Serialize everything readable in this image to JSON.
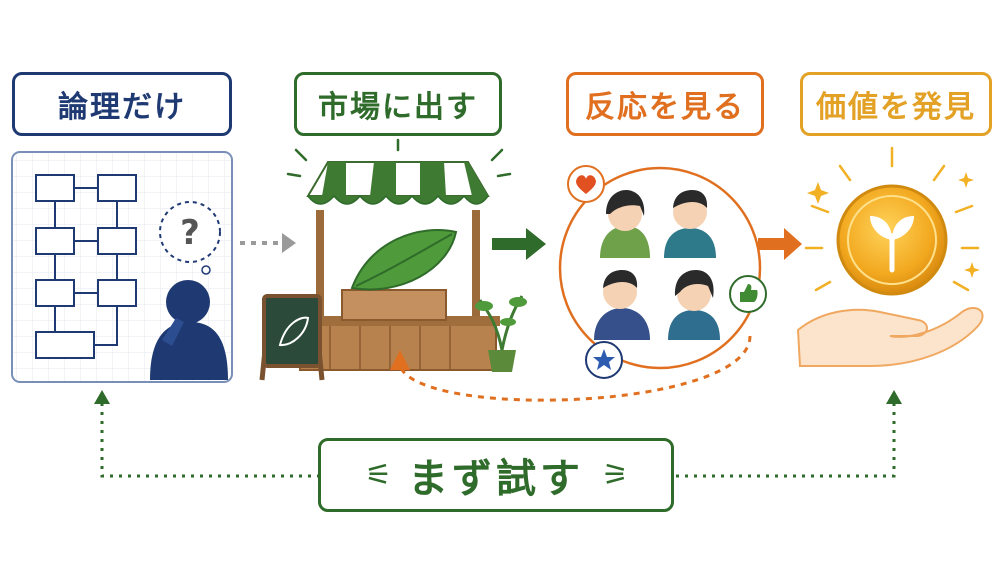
{
  "steps": [
    {
      "label": "論理だけ",
      "color": "#1f3a73"
    },
    {
      "label": "市場に出す",
      "color": "#2f6b2a"
    },
    {
      "label": "反応を見る",
      "color": "#e07020"
    },
    {
      "label": "価値を発見",
      "color": "#e3a126"
    }
  ],
  "center": {
    "label": "まず試す"
  },
  "panel1": {
    "question_mark": "?"
  },
  "colors": {
    "navy": "#1f3a73",
    "green": "#2f6b2a",
    "orange": "#e07020",
    "gold": "#e3a126",
    "gray": "#9a9a9a"
  },
  "icons": [
    "flowchart-icon",
    "thinking-person-icon",
    "market-stall-icon",
    "leaf-icon",
    "potted-plant-icon",
    "chalkboard-sign-icon",
    "heart-icon",
    "thumbs-up-icon",
    "star-icon",
    "people-icon",
    "coin-icon",
    "sprout-icon",
    "hand-icon",
    "sparkle-icon"
  ]
}
